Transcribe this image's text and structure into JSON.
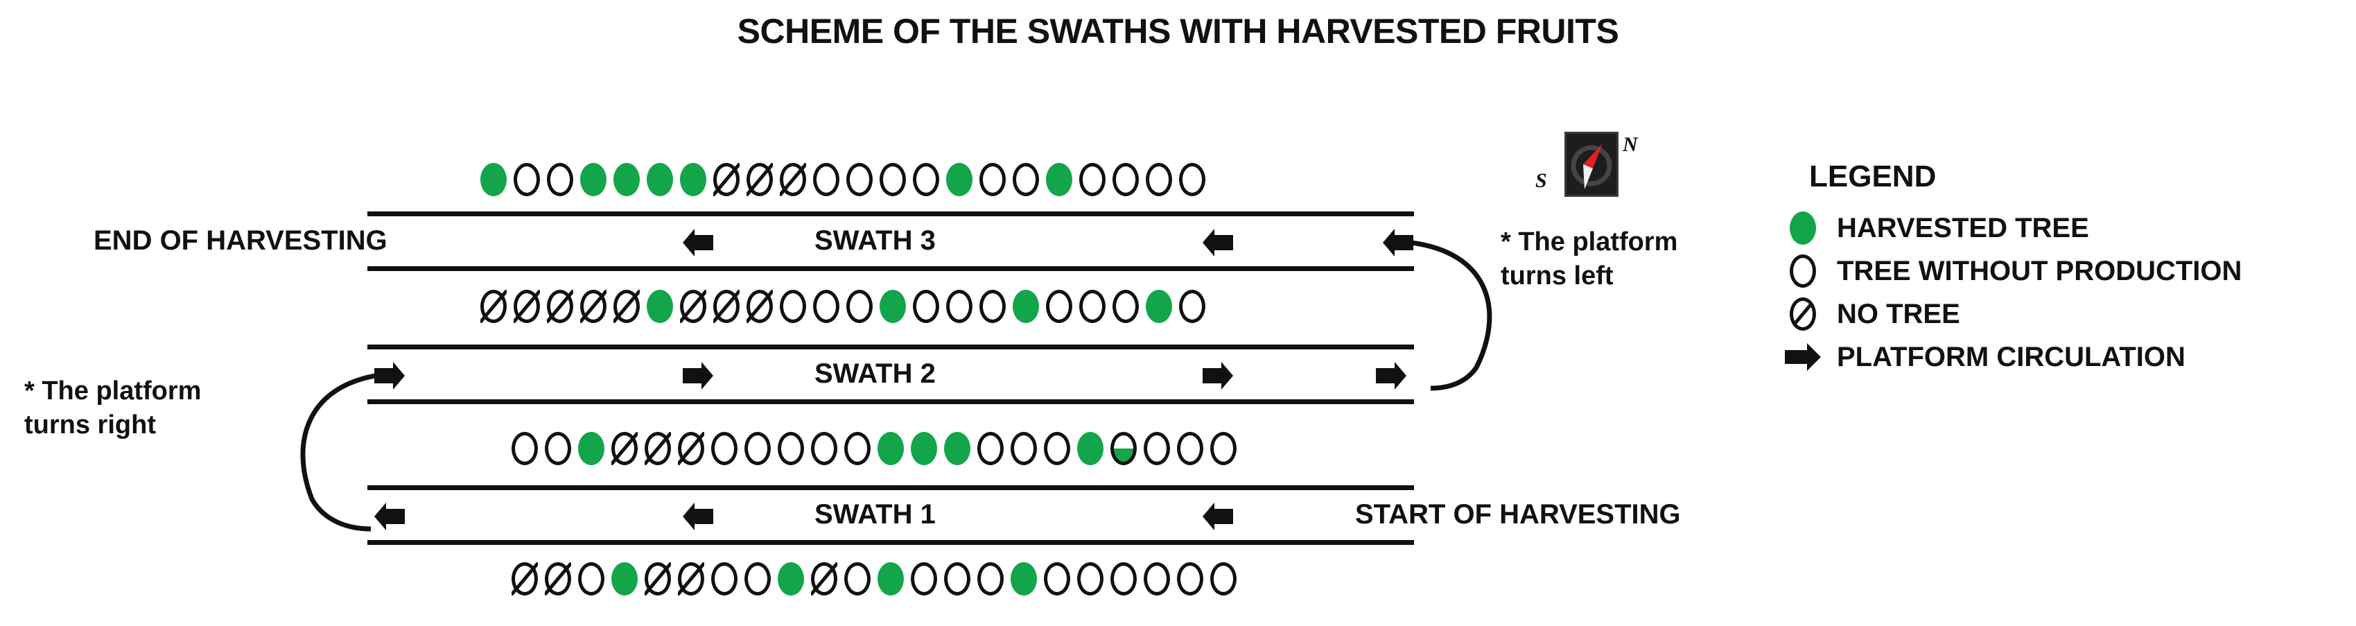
{
  "title": "SCHEME OF THE SWATHS WITH HARVESTED FRUITS",
  "captions": {
    "end_of_harvesting": "END OF HARVESTING",
    "start_of_harvesting": "START OF HARVESTING"
  },
  "notes": {
    "turns_left_line1": "* The platform",
    "turns_left_line2": "turns left",
    "turns_right_line1": "* The platform",
    "turns_right_line2": "turns right"
  },
  "compass": {
    "south_label": "S",
    "north_label": "N",
    "needle_color": "#E02020"
  },
  "legend": {
    "title": "LEGEND",
    "items": [
      {
        "icon": "harvested-tree-icon",
        "label": "HARVESTED TREE",
        "color": "#12A54A"
      },
      {
        "icon": "tree-without-production-icon",
        "label": "TREE WITHOUT PRODUCTION",
        "color": "#FFFFFF"
      },
      {
        "icon": "no-tree-icon",
        "label": "NO TREE",
        "color": "#FFFFFF"
      },
      {
        "icon": "platform-circulation-icon",
        "label": "PLATFORM CIRCULATION",
        "color": "#111111"
      }
    ]
  },
  "swaths": [
    {
      "label": "SWATH 3",
      "direction": "left"
    },
    {
      "label": "SWATH 2",
      "direction": "right"
    },
    {
      "label": "SWATH 1",
      "direction": "left"
    }
  ],
  "chart_data": {
    "type": "diagram",
    "title": "SCHEME OF THE SWATHS WITH HARVESTED FRUITS",
    "legend_position": "right",
    "tree_states": [
      "harvested",
      "empty",
      "notree",
      "halfgreen"
    ],
    "tree_rows": [
      {
        "name": "tree-row-1",
        "count": 22,
        "trees": [
          "harvested",
          "empty",
          "empty",
          "harvested",
          "harvested",
          "harvested",
          "harvested",
          "notree",
          "notree",
          "notree",
          "empty",
          "empty",
          "empty",
          "empty",
          "harvested",
          "empty",
          "empty",
          "harvested",
          "empty",
          "empty",
          "empty",
          "empty"
        ]
      },
      {
        "name": "tree-row-2",
        "count": 22,
        "trees": [
          "notree",
          "notree",
          "notree",
          "notree",
          "notree",
          "harvested",
          "notree",
          "notree",
          "notree",
          "empty",
          "empty",
          "empty",
          "harvested",
          "empty",
          "empty",
          "empty",
          "harvested",
          "empty",
          "empty",
          "empty",
          "harvested",
          "empty"
        ]
      },
      {
        "name": "tree-row-3",
        "count": 22,
        "trees": [
          "empty",
          "empty",
          "harvested",
          "notree",
          "notree",
          "notree",
          "empty",
          "empty",
          "empty",
          "empty",
          "empty",
          "harvested",
          "harvested",
          "harvested",
          "empty",
          "empty",
          "empty",
          "harvested",
          "halfgreen",
          "empty",
          "empty",
          "empty"
        ]
      },
      {
        "name": "tree-row-4",
        "count": 22,
        "trees": [
          "notree",
          "notree",
          "empty",
          "harvested",
          "notree",
          "notree",
          "empty",
          "empty",
          "harvested",
          "notree",
          "empty",
          "harvested",
          "empty",
          "empty",
          "empty",
          "harvested",
          "empty",
          "empty",
          "empty",
          "empty",
          "empty",
          "empty"
        ]
      }
    ]
  }
}
